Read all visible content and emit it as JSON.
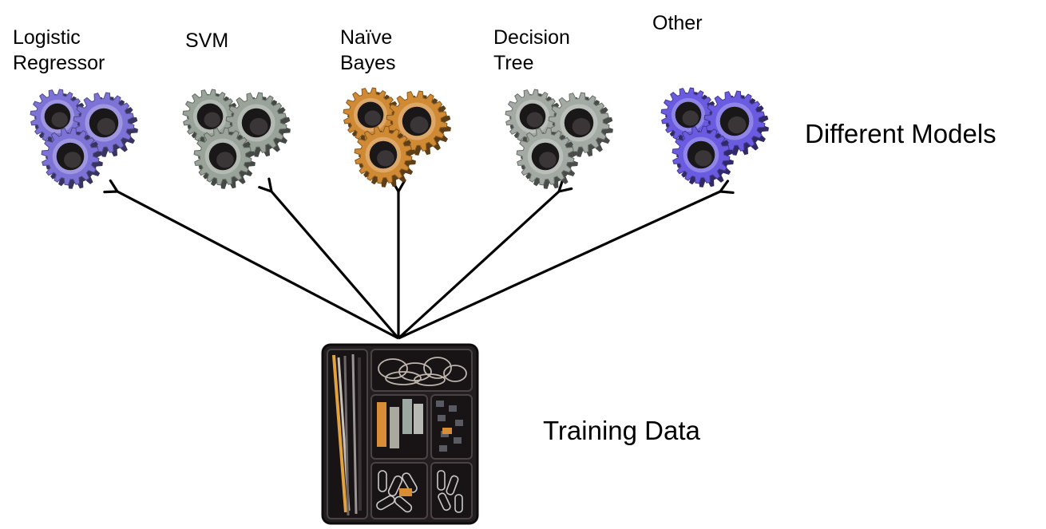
{
  "models": [
    {
      "label": "Logistic\nRegressor",
      "gear": "gear-cluster-icon",
      "color": "#7d73d6"
    },
    {
      "label": "SVM",
      "gear": "gear-cluster-icon",
      "color": "#9aa39a"
    },
    {
      "label": "Naïve\nBayes",
      "gear": "gear-cluster-icon",
      "color": "#d08a34"
    },
    {
      "label": "Decision\nTree",
      "gear": "gear-cluster-icon",
      "color": "#a3aaa3"
    },
    {
      "label": "Other",
      "gear": "gear-cluster-icon",
      "color": "#6a5be0"
    }
  ],
  "different_models_label": "Different Models",
  "training_data_label": "Training Data",
  "training_data_image": "office-supply-tray-icon"
}
